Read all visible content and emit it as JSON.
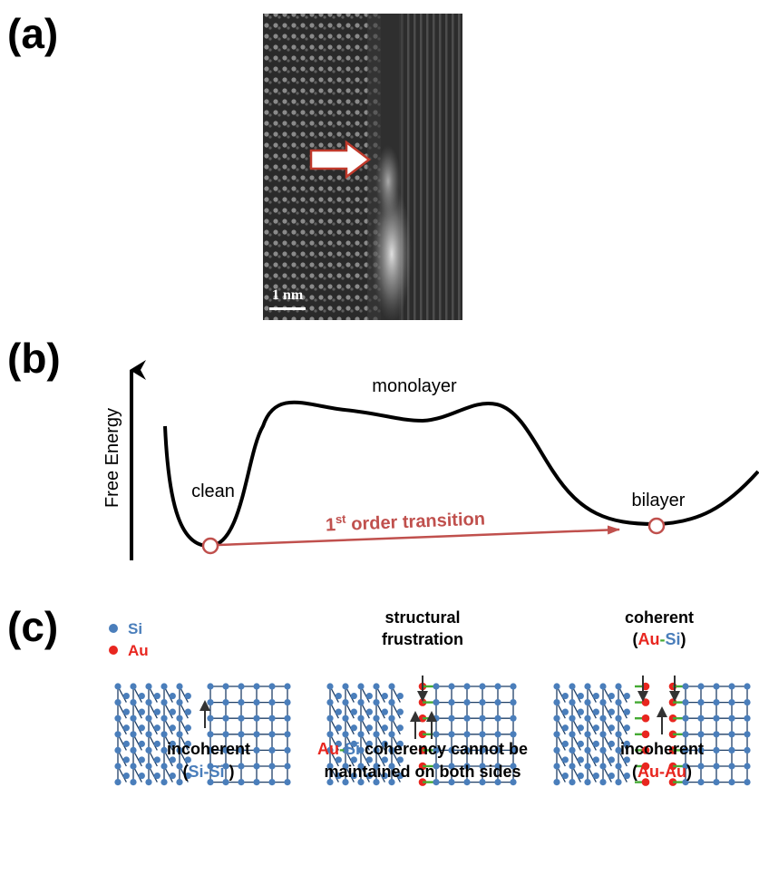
{
  "panels": {
    "a": {
      "label": "(a)",
      "scale_bar": "1 nm",
      "colors": {
        "background": "#1e1e1e",
        "arrow_fill": "#ffffff",
        "arrow_stroke": "#c0392b"
      }
    },
    "b": {
      "label": "(b)",
      "axis_label": "Free Energy",
      "states": {
        "clean": "clean",
        "monolayer": "monolayer",
        "bilayer": "bilayer"
      },
      "transition": {
        "prefix": "1",
        "sup": "st",
        "suffix": " order transition"
      },
      "colors": {
        "curve": "#000000",
        "transition": "#c0504d",
        "marker": "#c0504d"
      }
    },
    "c": {
      "label": "(c)",
      "legend": {
        "si": "Si",
        "au": "Au"
      },
      "colors": {
        "si": "#4a7ebb",
        "au": "#e8261f",
        "bond": "#44aa33",
        "line": "#1f3f66"
      },
      "diagram1": {
        "bottom_title": "incoherent",
        "bottom_paren_open": "(",
        "bottom_pair": "Si-Si",
        "bottom_paren_close": " )"
      },
      "diagram2": {
        "top_line1": "structural",
        "top_line2": "frustration",
        "bottom_au": "Au",
        "bottom_dash": "-",
        "bottom_si": "Si",
        "bottom_rest": " coherency cannot be",
        "bottom_line2": "maintained on both sides"
      },
      "diagram3": {
        "top_title": "coherent",
        "top_paren_open": "(",
        "top_au": "Au",
        "top_dash": "-",
        "top_si": "Si",
        "top_paren_close": ")",
        "bottom_title": "incoherent",
        "bottom_paren_open": "(",
        "bottom_pair": "Au-Au",
        "bottom_paren_close": ")"
      }
    }
  }
}
